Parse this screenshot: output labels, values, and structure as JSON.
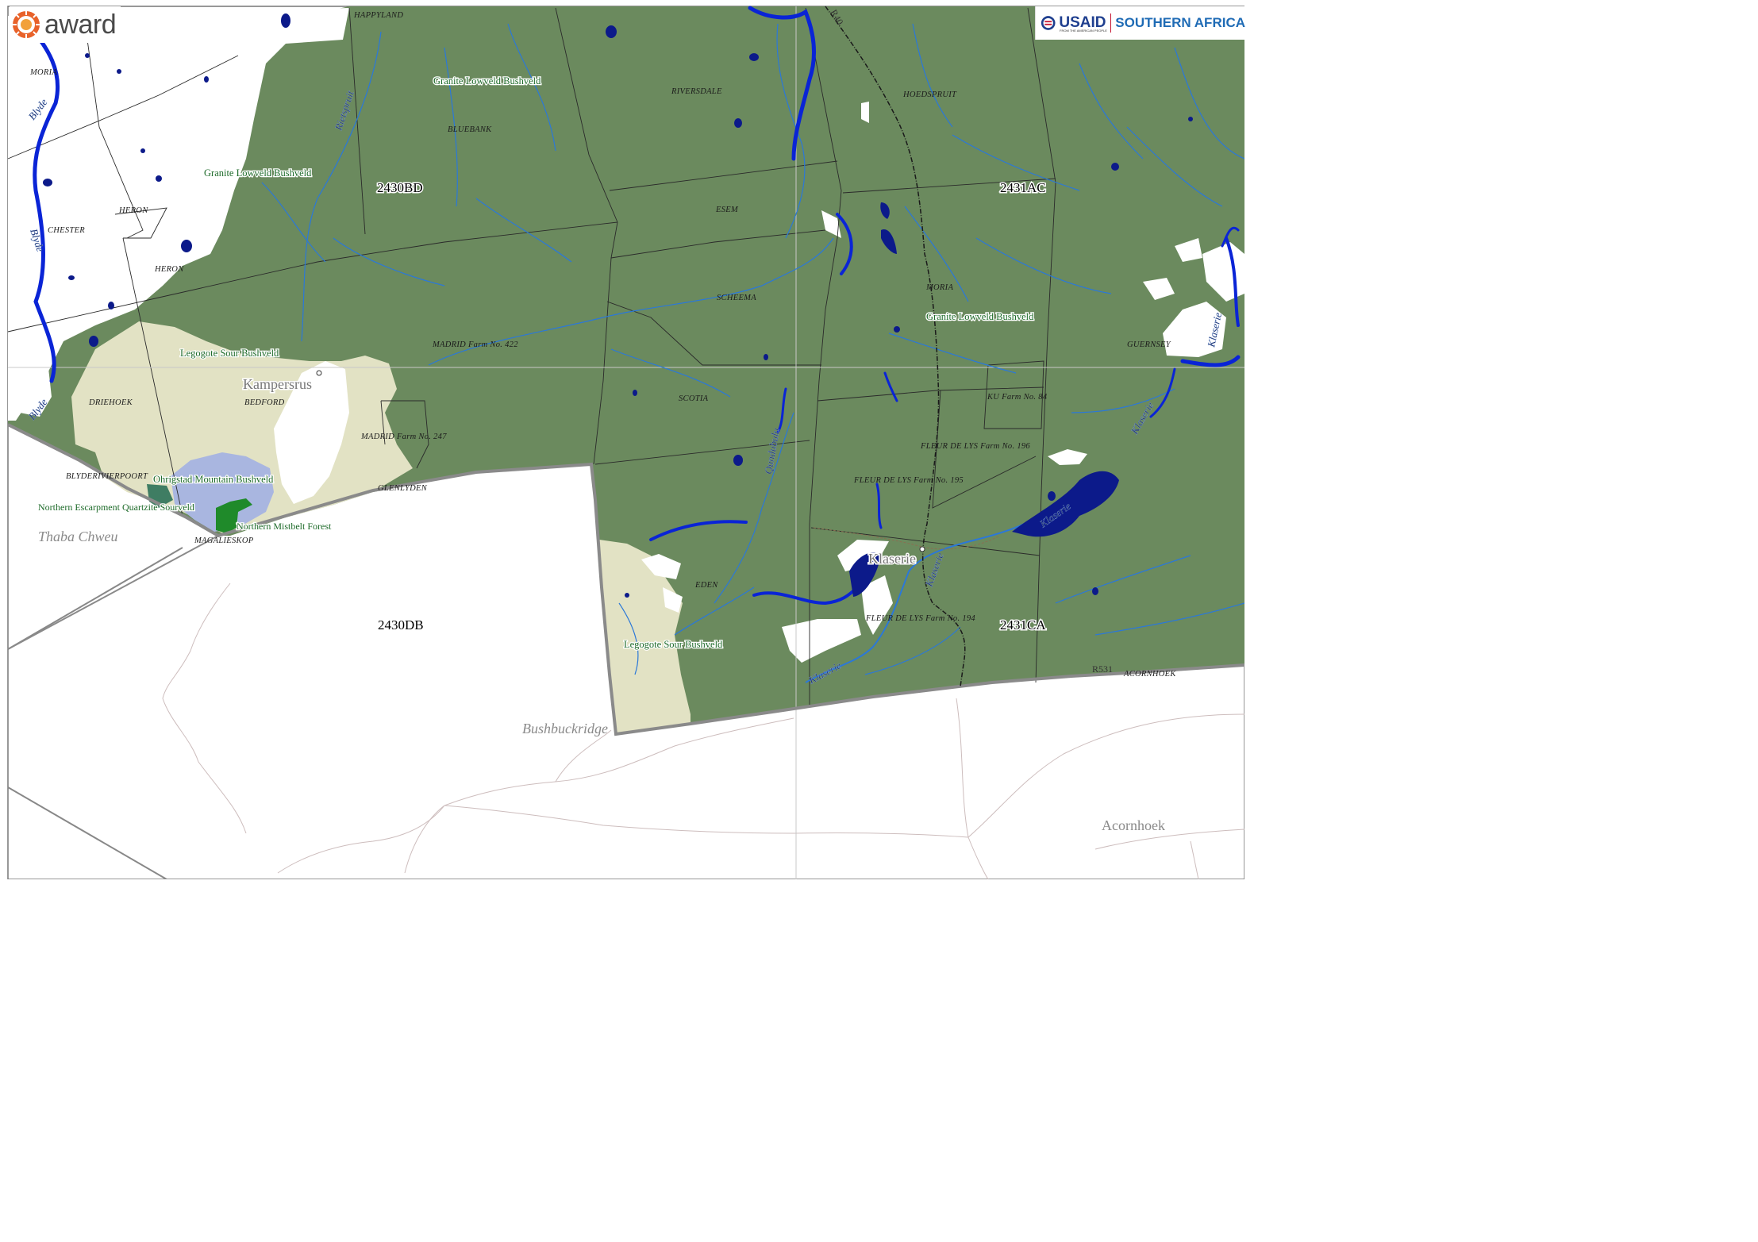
{
  "logos": {
    "award": "award",
    "usaid": "USAID",
    "usaid_tagline": "FROM THE AMERICAN PEOPLE",
    "region": "SOUTHERN AFRICA"
  },
  "grid_codes": [
    "2430BD",
    "2431AC",
    "2430DB",
    "2431CA"
  ],
  "farms": [
    "HAPPYLAND",
    "RIVERSDALE",
    "HOEDSPRUIT",
    "MORIA",
    "BLUEBANK",
    "ESEM",
    "HERON",
    "CHESTER",
    "HERON",
    "SCHEEMA",
    "MORIA",
    "MADRID Farm No. 422",
    "GUERNSEY",
    "DRIEHOEK",
    "BEDFORD",
    "SCOTIA",
    "KU Farm No. 84",
    "MADRID Farm No. 247",
    "FLEUR DE LYS Farm No. 196",
    "BLYDERIVIERPOORT",
    "FLEUR DE LYS Farm No. 195",
    "GLENLYDEN",
    "MAGALIESKOP",
    "EDEN",
    "FLEUR DE LYS Farm No. 194",
    "ACORNHOEK"
  ],
  "vegetation": [
    "Granite Lowveld Bushveld",
    "Granite Lowveld Bushveld",
    "Granite Lowveld Bushveld",
    "Legogote Sour Bushveld",
    "Ohrigstad Mountain Bushveld",
    "Northern Escarpment Quartzite Sourveld",
    "Northern Mistbelt Forest",
    "Legogote Sour Bushveld"
  ],
  "rivers": [
    "Blyde",
    "Blyde",
    "Blyde",
    "Rietspruit",
    "Klaserie",
    "Klaserie",
    "Klaserie",
    "Klaserie",
    "Qundubulu",
    "Klaserie"
  ],
  "towns": [
    "Kampersrus",
    "Klaserie"
  ],
  "municipalities": [
    "Thaba Chweu",
    "Bushbuckridge",
    "Acornhoek"
  ],
  "roads": [
    "R40",
    "R531"
  ],
  "colors": {
    "bushveld": "#6b8a5e",
    "sourveld": "#e2e2c4",
    "mountain_bushveld": "#a9b6e0",
    "forest": "#1f8a2a",
    "river": "#2b78d8",
    "main_river": "#0a24d6",
    "dam": "#0c1a8a",
    "boundary": "#888888"
  },
  "icons": [
    "award-sun-logo-icon",
    "usaid-seal-icon"
  ]
}
